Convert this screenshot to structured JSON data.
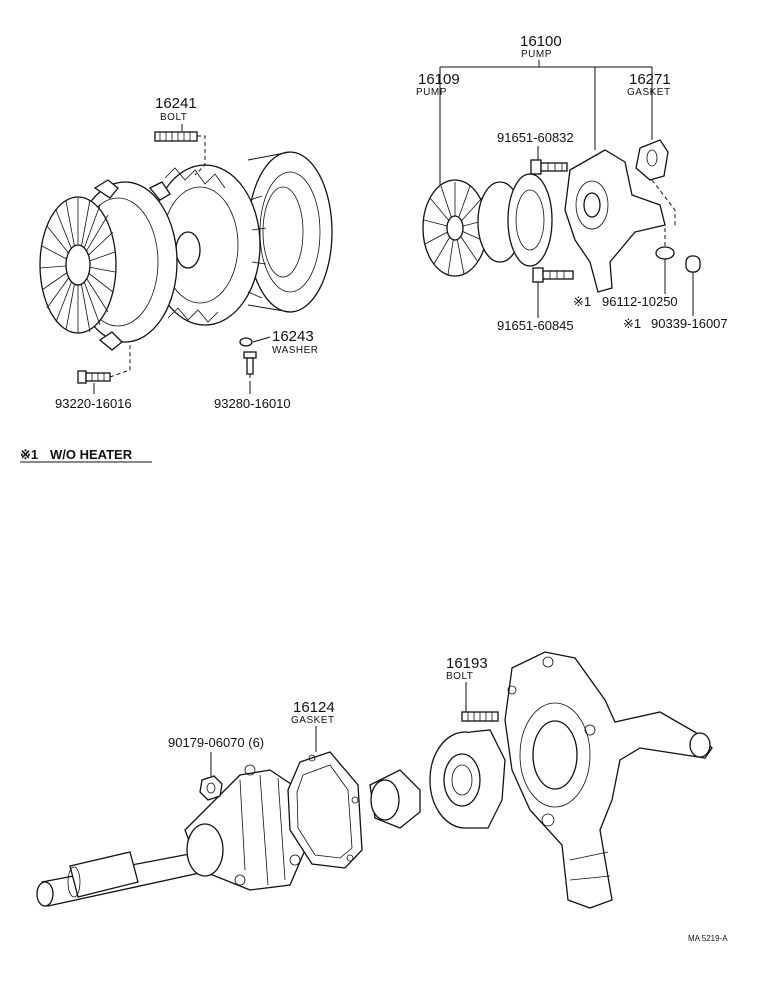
{
  "callouts": {
    "pump_assy_number": "16100",
    "pump_assy_name": "PUMP",
    "pump_number": "16109",
    "pump_name": "PUMP",
    "gasket_top_number": "16271",
    "gasket_top_name": "GASKET",
    "bolt_top_right": "91651-60832",
    "bolt_lower_right": "91651-60845",
    "clamp": "96112-10250",
    "clamp_mark": "※1",
    "plug": "90339-16007",
    "plug_mark": "※1",
    "stud_bolt_number": "16241",
    "stud_bolt_name": "BOLT",
    "washer_number": "16243",
    "washer_name": "WASHER",
    "bolt_fan": "93220-16016",
    "screw_washer": "93280-16010",
    "nut": "90179-06070 (6)",
    "gasket_bottom_number": "16124",
    "gasket_bottom_name": "GASKET",
    "bolt_bottom_number": "16193",
    "bolt_bottom_name": "BOLT"
  },
  "note": {
    "mark": "※1",
    "text": "W/O HEATER"
  },
  "footer": {
    "code": "MA  5219-A"
  }
}
